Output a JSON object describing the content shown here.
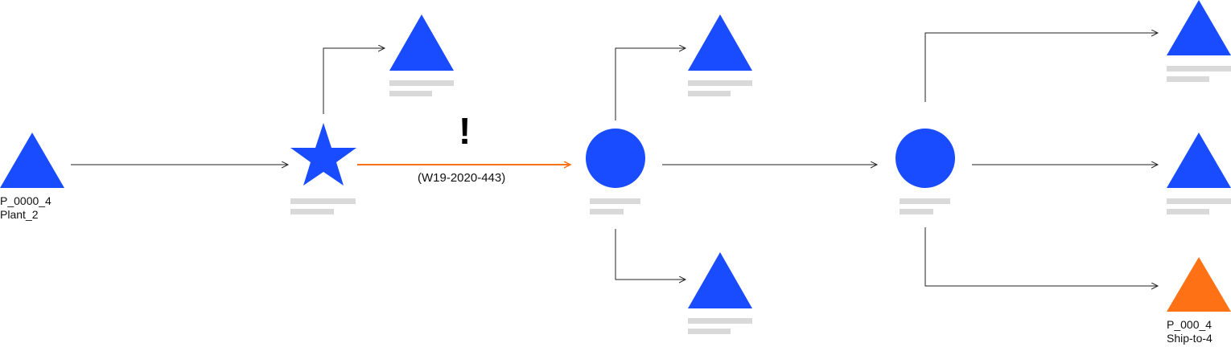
{
  "colors": {
    "node_blue": "#1a4cff",
    "highlight_orange": "#ff7115",
    "edge_gray": "#222222",
    "placeholder_gray": "#d9d9d9"
  },
  "nodes": {
    "plant": {
      "shape": "triangle-icon",
      "line1": "P_0000_4",
      "line2": "Plant_2"
    },
    "ship_to": {
      "shape": "triangle-icon",
      "line1": "P_000_4",
      "line2": "Ship-to-4"
    }
  },
  "edges": {
    "highlighted": {
      "label": "(W19-2020-443)",
      "alert": "!"
    }
  }
}
